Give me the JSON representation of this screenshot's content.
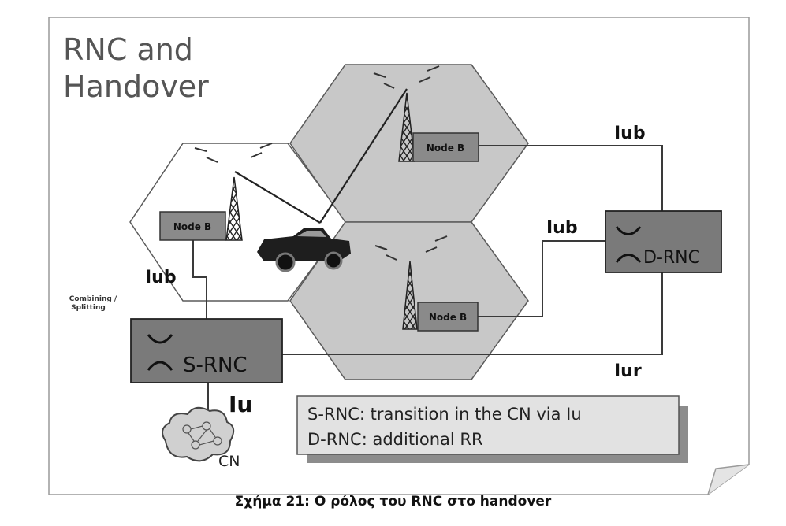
{
  "slide": {
    "title_line1": "RNC and",
    "title_line2": "Handover"
  },
  "cells": {
    "node_b_left": "Node B",
    "node_b_top": "Node B",
    "node_b_bottom": "Node B"
  },
  "rnc": {
    "s_rnc": "S-RNC",
    "d_rnc": "D-RNC"
  },
  "links": {
    "iub_left": "Iub",
    "iub_top": "Iub",
    "iub_middle": "Iub",
    "iur": "Iur",
    "iu": "Iu"
  },
  "annotation": {
    "combining_line1": "Combining /",
    "combining_line2": "Splitting"
  },
  "network": {
    "cn": "CN"
  },
  "info_box": {
    "line1": "S-RNC: transition in the CN via Iu",
    "line2": "D-RNC: additional RR"
  },
  "caption": "Σχήμα 21: Ο ρόλος του RNC στο handover",
  "colors": {
    "cell_fill": "#c8c8c8",
    "cell_stroke": "#5a5a5a",
    "node_fill": "#8a8a8a",
    "rnc_fill": "#7a7a7a",
    "info_fill": "#e2e2e2",
    "info_shadow": "#8c8c8c",
    "line": "#3a3a3a"
  }
}
